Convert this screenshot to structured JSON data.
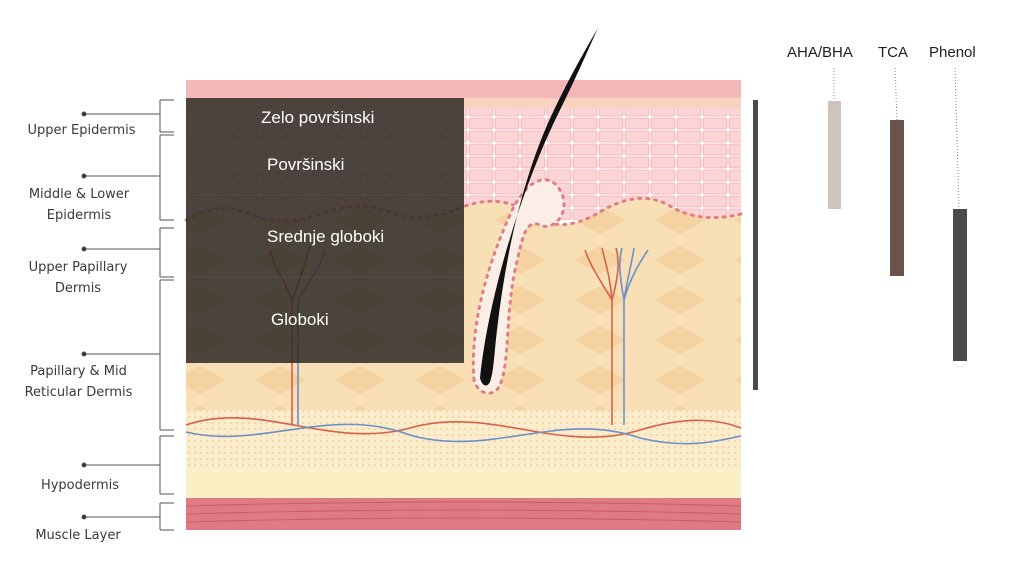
{
  "layer_labels": [
    {
      "text": "Upper Epidermis"
    },
    {
      "text": "Middle & Lower Epidermis"
    },
    {
      "text": "Upper Papillary Dermis"
    },
    {
      "text": "Papillary & Mid Reticular Dermis"
    },
    {
      "text": "Hypodermis"
    },
    {
      "text": "Muscle Layer"
    }
  ],
  "depth_zones": [
    {
      "text": "Zelo površinski"
    },
    {
      "text": "Površinski"
    },
    {
      "text": "Srednje globoki"
    },
    {
      "text": "Globoki"
    }
  ],
  "peels": [
    {
      "name": "AHA/BHA",
      "color": "#cfc4bd"
    },
    {
      "name": "TCA",
      "color": "#6a534b"
    },
    {
      "name": "Phenol",
      "color": "#4b4b4b"
    }
  ],
  "colors": {
    "overlay": "#2f2a25",
    "epidermis_pink": "#f6c6c9",
    "dermis_tan": "#f7ddb0",
    "hypodermis_cream": "#fbeec2",
    "muscle_red": "#e07f86",
    "hair": "#111111",
    "artery": "#d9604a",
    "vein": "#6f8fc9"
  }
}
